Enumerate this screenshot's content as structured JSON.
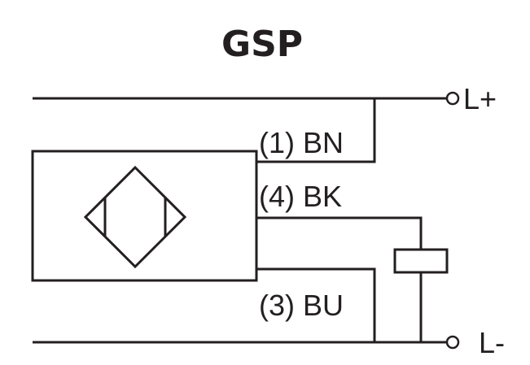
{
  "title": "GSP",
  "wires": {
    "brown": "(1) BN",
    "black": "(4) BK",
    "blue": "(3) BU"
  },
  "terminals": {
    "positive": "L+",
    "negative": "L-"
  },
  "colors": {
    "ink": "#231f20",
    "background": "#ffffff"
  },
  "icons": {
    "sensor": "inductive-sensor-diamond-icon",
    "load": "load-rectangle-icon",
    "terminal": "terminal-circle-icon"
  }
}
